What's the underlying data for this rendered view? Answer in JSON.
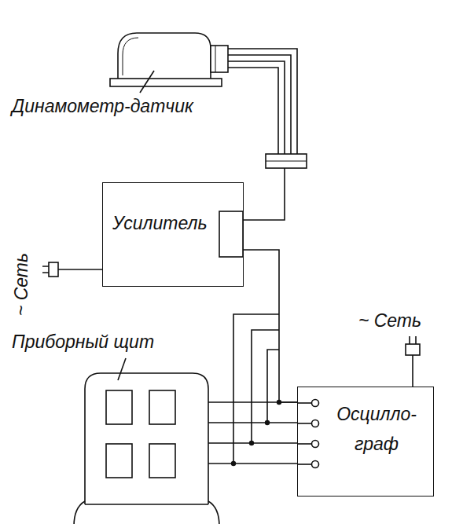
{
  "diagram": {
    "nodes": [
      {
        "text": [
          "Динамометр-датчик"
        ]
      },
      {
        "text": [
          "Усилитель"
        ]
      },
      {
        "text": [
          "Приборный щит"
        ]
      },
      {
        "text": [
          "Осцилло- граф"
        ]
      }
    ],
    "edges": [
      {
        "from": 0,
        "to": 1,
        "arrow": "none"
      },
      {
        "from": 1,
        "to": 3,
        "arrow": "none"
      },
      {
        "from": 2,
        "to": 3,
        "arrow": "none"
      }
    ],
    "labels": [
      "~ Сеть",
      "~ Сеть"
    ]
  }
}
